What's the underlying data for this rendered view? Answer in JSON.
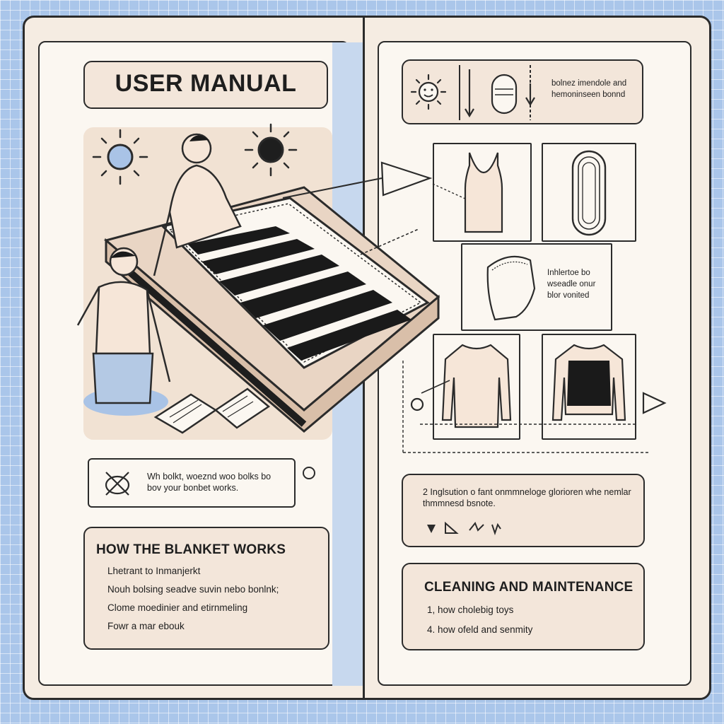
{
  "manual": {
    "title": "USER MANUAL",
    "callout_text": "Wh bolkt, woeznd woo bolks bo bov your bonbet works.",
    "how_it_works": {
      "heading": "HOW THE BLANKET WORKS",
      "items": [
        "Lhetrant to Inmanjerkt",
        "Nouh bolsing seadve suvin nebo bonlnk;",
        "Clome moedinier and etirnmeling",
        "Fowr a mar ebouk"
      ]
    }
  },
  "right_page": {
    "top_note": "bolnez imendole and hemoninseen bonnd",
    "wash_note": "Inhlertoe bo wseadle onur blor vonited",
    "instruction_note": "2 Inglsution o fant onmmneloge glorioren whe nemlar thmmnesd bsnote.",
    "cleaning": {
      "heading": "CLEANING AND MAINTENANCE",
      "items": [
        "1, how cholebig toys",
        "4. how ofeld and senmity"
      ]
    }
  },
  "icons": {
    "sun_cool": "sun-cool-icon",
    "sun_hot": "sun-hot-icon",
    "sun_face": "sun-face-icon",
    "no_wash": "no-wash-icon",
    "open_book": "open-book-icon"
  },
  "colors": {
    "background_blue": "#aac6ea",
    "page": "#fbf7f1",
    "box_fill": "#f3e6da",
    "ink": "#2b2b2b",
    "accent_blue": "#c7d8ee"
  }
}
